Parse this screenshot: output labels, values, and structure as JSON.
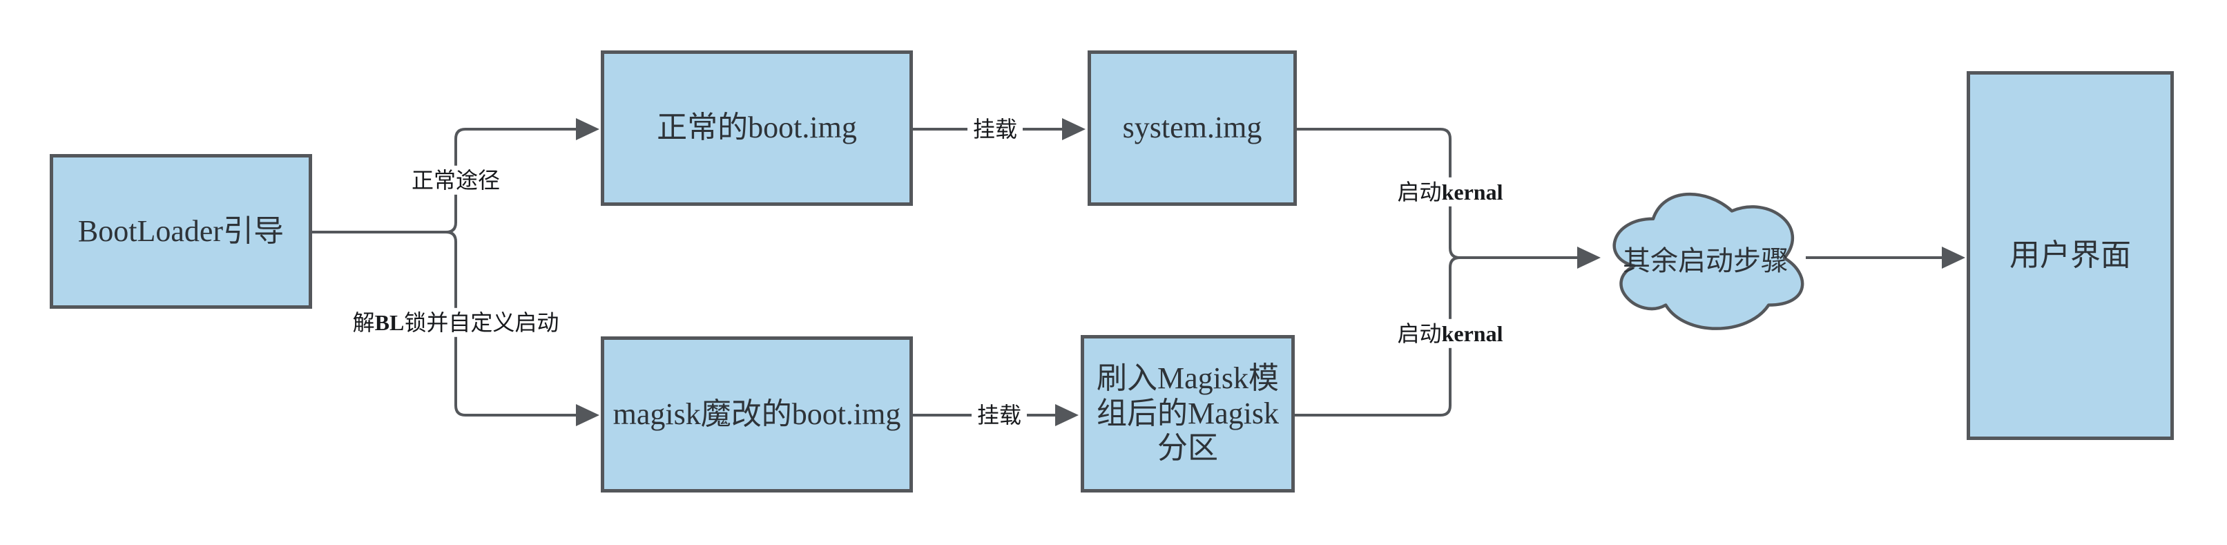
{
  "diagram": {
    "nodes": {
      "bootloader": {
        "label": "BootLoader引导",
        "shape": "rect"
      },
      "normal_boot_img": {
        "label": "正常的boot.img",
        "shape": "rect"
      },
      "system_img": {
        "label": "system.img",
        "shape": "rect"
      },
      "magisk_boot_img": {
        "label": "magisk魔改的boot.img",
        "shape": "rect"
      },
      "magisk_partition": {
        "label": "刷入Magisk模组后的Magisk分区",
        "label_lines": [
          "刷入Magisk模",
          "组后的Magisk",
          "分区"
        ],
        "shape": "rect"
      },
      "remaining_steps": {
        "label": "其余启动步骤",
        "shape": "cloud"
      },
      "user_interface": {
        "label": "用户界面",
        "shape": "rect"
      }
    },
    "edge_labels": {
      "normal_path": "正常途径",
      "unlock": {
        "prefix": "解",
        "bold": "BL",
        "suffix": "锁并自定义启动",
        "full": "解BL锁并自定义启动"
      },
      "mount_top": "挂载",
      "mount_bottom": "挂载",
      "kernal_top": {
        "prefix": "启动",
        "bold": "kernal",
        "full": "启动kernal"
      },
      "kernal_bottom": {
        "prefix": "启动",
        "bold": "kernal",
        "full": "启动kernal"
      }
    },
    "edges": [
      {
        "from": "BootLoader引导",
        "to": "正常的boot.img",
        "label": "正常途径"
      },
      {
        "from": "BootLoader引导",
        "to": "magisk魔改的boot.img",
        "label": "解BL锁并自定义启动"
      },
      {
        "from": "正常的boot.img",
        "to": "system.img",
        "label": "挂载"
      },
      {
        "from": "magisk魔改的boot.img",
        "to": "刷入Magisk模组后的Magisk分区",
        "label": "挂载"
      },
      {
        "from": "system.img",
        "to": "其余启动步骤",
        "label": "启动kernal"
      },
      {
        "from": "刷入Magisk模组后的Magisk分区",
        "to": "其余启动步骤",
        "label": "启动kernal"
      },
      {
        "from": "其余启动步骤",
        "to": "用户界面",
        "label": ""
      }
    ],
    "colors": {
      "node_fill": "#b1d6ec",
      "node_border": "#54575b",
      "connector": "#54575b",
      "node_text": "#2e3338",
      "label_text": "#17191c",
      "background": "#ffffff"
    }
  }
}
